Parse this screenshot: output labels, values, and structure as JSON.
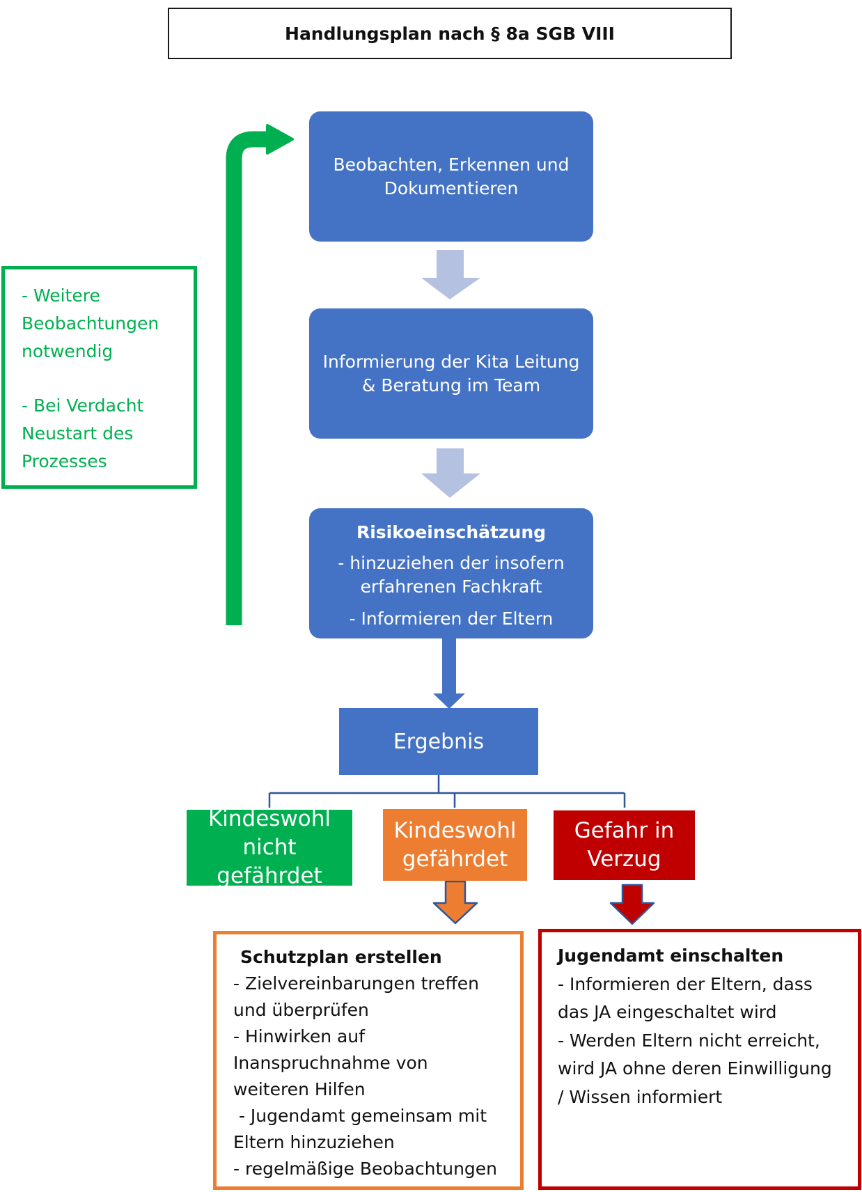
{
  "title": "Handlungsplan nach § 8a SGB VIII",
  "steps": {
    "beobachten": {
      "lines": [
        "Beobachten, Erkennen und",
        "Dokumentieren"
      ]
    },
    "informierung": {
      "lines": [
        "Informierung der Kita Leitung",
        "& Beratung im Team"
      ]
    },
    "risiko": {
      "heading": "Risikoeinschätzung",
      "lines": [
        "- hinzuziehen der insofern",
        "erfahrenen Fachkraft",
        "- Informieren der Eltern"
      ]
    }
  },
  "result": {
    "label": "Ergebnis"
  },
  "loop_note": {
    "lines": [
      "- Weitere",
      "Beobachtungen",
      "notwendig",
      "- Bei Verdacht",
      "Neustart des",
      "Prozesses"
    ]
  },
  "outcomes": {
    "not_endangered": {
      "lines": [
        "Kindeswohl",
        "nicht gefährdet"
      ]
    },
    "endangered": {
      "lines": [
        "Kindeswohl",
        "gefährdet"
      ]
    },
    "imminent": {
      "lines": [
        "Gefahr in",
        "Verzug"
      ]
    }
  },
  "actions": {
    "schutzplan": {
      "heading": "Schutzplan erstellen",
      "lines": [
        "- Zielvereinbarungen treffen",
        "und überprüfen",
        "- Hinwirken auf",
        "Inanspruchnahme von",
        "weiteren Hilfen",
        " - Jugendamt gemeinsam mit",
        "Eltern hinzuziehen",
        "- regelmäßige Beobachtungen"
      ]
    },
    "jugendamt": {
      "heading": "Jugendamt einschalten",
      "lines": [
        "- Informieren der Eltern, dass",
        "das JA eingeschaltet wird",
        "- Werden Eltern nicht erreicht,",
        "wird JA ohne deren Einwilligung",
        "/ Wissen informiert"
      ]
    }
  },
  "colors": {
    "blue": "#4472c4",
    "light_blue_arrow": "#b4c1e1",
    "green": "#00b050",
    "orange": "#ed7d31",
    "red": "#c00000",
    "connector": "#2f5597"
  }
}
